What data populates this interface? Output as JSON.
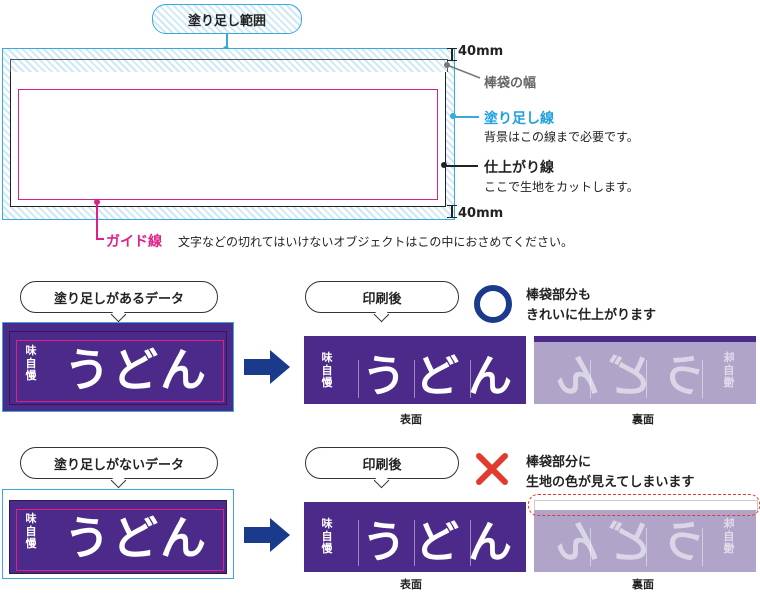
{
  "top": {
    "bleed_range": "塗り足し範囲",
    "dim_top": "40mm",
    "dim_bottom": "40mm",
    "pole_width": "棒袋の幅",
    "bleed_line": "塗り足し線",
    "bleed_line_desc": "背景はこの線まで必要です。",
    "trim_line": "仕上がり線",
    "trim_line_desc": "ここで生地をカットします。",
    "guide_line": "ガイド線",
    "guide_line_desc": "文字などの切れてはいけないオブジェクトはこの中におさめてください。"
  },
  "row1": {
    "bubble_left": "塗り足しがあるデータ",
    "bubble_right": "印刷後",
    "result_text_1": "棒袋部分も",
    "result_text_2": "きれいに仕上がります",
    "front_caption": "表面",
    "back_caption": "裏面"
  },
  "row2": {
    "bubble_left": "塗り足しがないデータ",
    "bubble_right": "印刷後",
    "result_text_1": "棒袋部分に",
    "result_text_2": "生地の色が見えてしまいます",
    "front_caption": "表面",
    "back_caption": "裏面"
  },
  "banner": {
    "main_text": "うどん",
    "side_text": "味自慢"
  },
  "colors": {
    "banner": "#4b2a8a",
    "bleed": "#3aa8dd",
    "guide": "#e0208a",
    "ok": "#1a3a8c",
    "ng": "#e23a2e"
  },
  "icons": {
    "ok": "circle-icon",
    "ng": "cross-icon",
    "arrow": "arrow-right-icon"
  }
}
